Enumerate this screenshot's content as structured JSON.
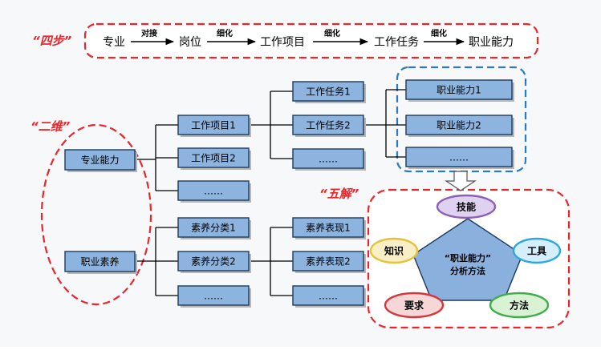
{
  "colors": {
    "red": "#e8262c",
    "blue": "#2b7bbd",
    "box_fill": "#8db3df",
    "box_fill_dark": "#6e9ccf",
    "box_stroke": "#1d3a5c",
    "box_shadow": "#b7b7b7",
    "pentagon_fill": "#8ab0dd",
    "line": "#000000"
  },
  "labels": {
    "four_steps": "“四步”",
    "two_dims": "“二维”",
    "five_parts": "“五解”"
  },
  "chain": {
    "nodes": [
      "专业",
      "岗位",
      "工作项目",
      "工作任务",
      "职业能力"
    ],
    "arrows": [
      "对接",
      "细化",
      "细化",
      "细化"
    ]
  },
  "tree": {
    "root1": "专业能力",
    "projects": [
      "工作项目1",
      "工作项目2",
      "……"
    ],
    "tasks": [
      "工作任务1",
      "工作任务2",
      "……"
    ],
    "abilities": [
      "职业能力1",
      "职业能力2",
      "……"
    ],
    "root2": "职业素养",
    "categories": [
      "素养分类1",
      "素养分类2",
      "……"
    ],
    "manifests": [
      "素养表现1",
      "素养表现2",
      "……"
    ]
  },
  "pentagon": {
    "center_line1": "“职业能力”",
    "center_line2": "分析方法",
    "nodes": [
      {
        "label": "技能",
        "border": "#8e5fb5",
        "fill": "#ded2f0"
      },
      {
        "label": "工具",
        "border": "#2fa8db",
        "fill": "#d5eefb"
      },
      {
        "label": "方法",
        "border": "#3fae49",
        "fill": "#d9f2d4"
      },
      {
        "label": "要求",
        "border": "#d6363b",
        "fill": "#f7d6d8"
      },
      {
        "label": "知识",
        "border": "#e3c33a",
        "fill": "#f8efc6"
      }
    ]
  }
}
